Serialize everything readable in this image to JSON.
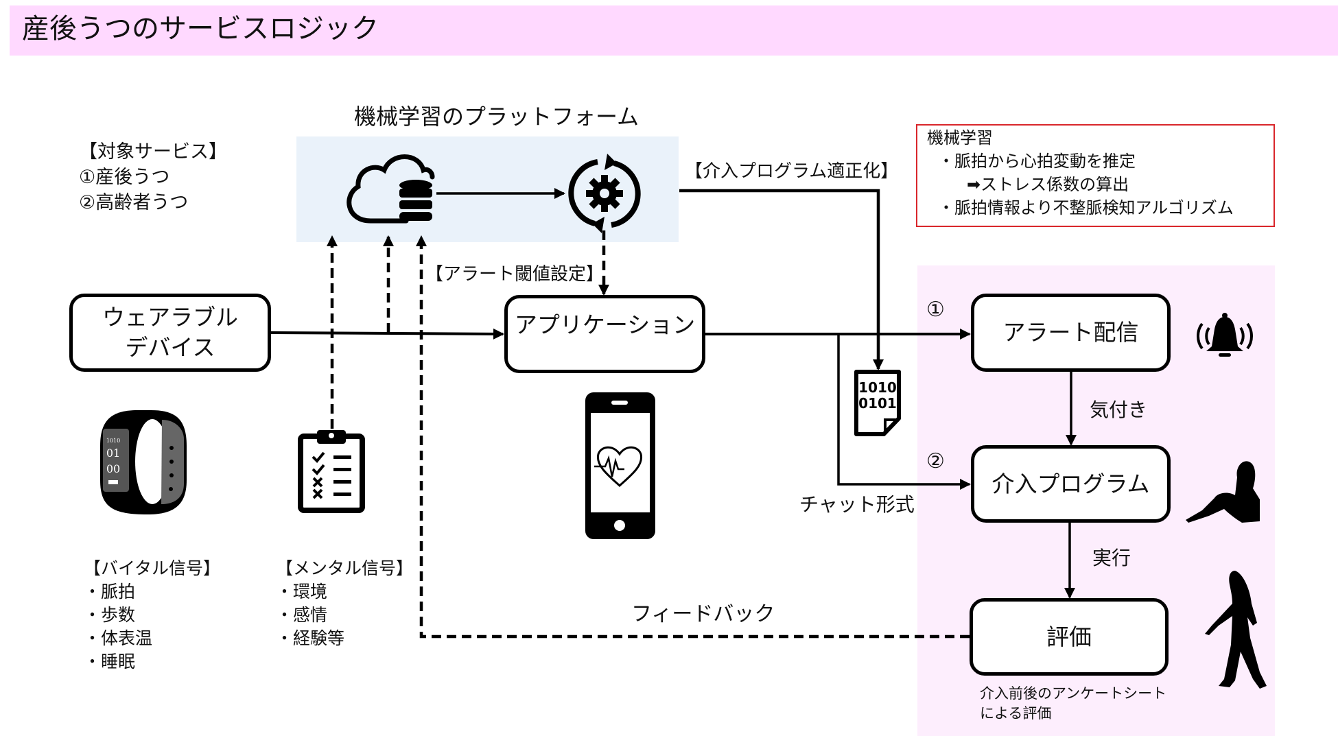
{
  "title": "産後うつのサービスロジック",
  "target_services": {
    "heading": "【対象サービス】",
    "items": [
      "①産後うつ",
      "②高齢者うつ"
    ]
  },
  "platform": {
    "title": "機械学習のプラットフォーム",
    "icons": [
      "cloud-database-icon",
      "gear-cycle-icon"
    ]
  },
  "ml_note": {
    "heading": "機械学習",
    "lines": [
      "・脈拍から心拍変動を推定",
      "➡ストレス係数の算出",
      "・脈拍情報より不整脈検知アルゴリズム"
    ]
  },
  "nodes": {
    "wearable": [
      "ウェアラブル",
      "デバイス"
    ],
    "application": "アプリケーション",
    "alert": "アラート配信",
    "intervention": "介入プログラム",
    "evaluation": "評価"
  },
  "edge_labels": {
    "program_optimization": "【介入プログラム適正化】",
    "alert_threshold": "【アラート閾値設定】",
    "awareness": "気付き",
    "execute": "実行",
    "chat_format": "チャット形式",
    "feedback": "フィードバック",
    "step1": "①",
    "step2": "②"
  },
  "document_icon_text": [
    "1010",
    "0101"
  ],
  "watch_screen_text": [
    "1010",
    "01",
    "00"
  ],
  "vital_signals": {
    "heading": "【バイタル信号】",
    "items": [
      "・脈拍",
      "・歩数",
      "・体表温",
      "・睡眠"
    ]
  },
  "mental_signals": {
    "heading": "【メンタル信号】",
    "items": [
      "・環境",
      "・感情",
      "・経験等"
    ]
  },
  "evaluation_note": [
    "介入前後のアンケートシート",
    "による評価"
  ],
  "colors": {
    "header_band": "#FFD9FF",
    "platform_bg": "#EAF2FA",
    "panel_bg": "#FDEEFD",
    "note_border": "#D9262B"
  }
}
